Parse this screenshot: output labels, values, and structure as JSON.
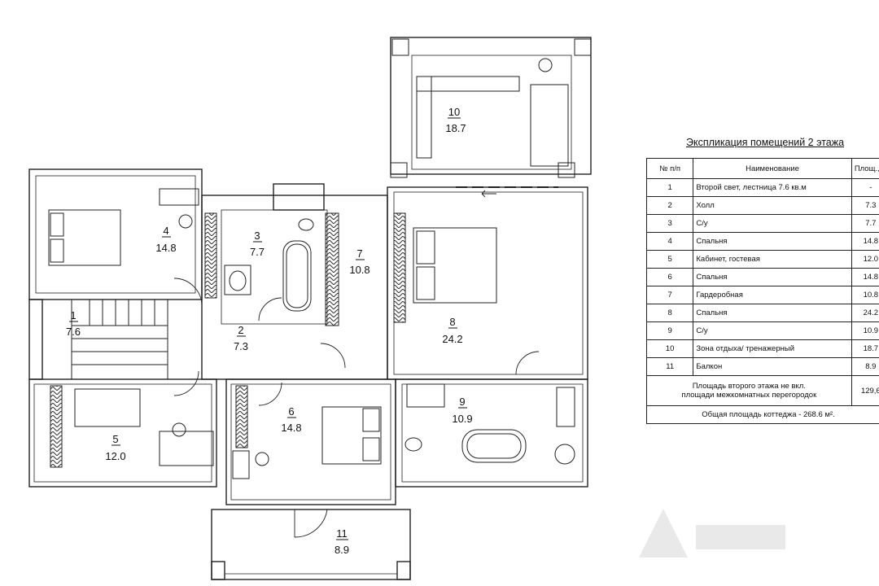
{
  "rooms": [
    {
      "num": "1",
      "area": "7.6"
    },
    {
      "num": "2",
      "area": "7.3"
    },
    {
      "num": "3",
      "area": "7.7"
    },
    {
      "num": "4",
      "area": "14.8"
    },
    {
      "num": "5",
      "area": "12.0"
    },
    {
      "num": "6",
      "area": "14.8"
    },
    {
      "num": "7",
      "area": "10.8"
    },
    {
      "num": "8",
      "area": "24.2"
    },
    {
      "num": "9",
      "area": "10.9"
    },
    {
      "num": "10",
      "area": "18.7"
    },
    {
      "num": "11",
      "area": "8.9"
    }
  ],
  "legend": {
    "title": "Экспликация помещений 2 этажа",
    "headers": {
      "num": "№ п/п",
      "name": "Наименование",
      "area": "Площ., м"
    },
    "rows": [
      {
        "num": "1",
        "name": "Второй свет, лестница   7.6 кв.м",
        "area": "-"
      },
      {
        "num": "2",
        "name": "Холл",
        "area": "7.3"
      },
      {
        "num": "3",
        "name": "С/у",
        "area": "7.7"
      },
      {
        "num": "4",
        "name": "Спальня",
        "area": "14.8"
      },
      {
        "num": "5",
        "name": "Кабинет, гостевая",
        "area": "12.0"
      },
      {
        "num": "6",
        "name": "Спальня",
        "area": "14.8"
      },
      {
        "num": "7",
        "name": "Гардеробная",
        "area": "10.8"
      },
      {
        "num": "8",
        "name": "Спальня",
        "area": "24.2"
      },
      {
        "num": "9",
        "name": "С/у",
        "area": "10.9"
      },
      {
        "num": "10",
        "name": "Зона отдыха/ тренажерный",
        "area": "18.7"
      },
      {
        "num": "11",
        "name": "Балкон",
        "area": "8.9"
      }
    ],
    "floor_total_label_1": "Площадь второго этажа  не вкл.",
    "floor_total_label_2": "площади межкомнатных перегородок",
    "floor_total_value": "129,6",
    "cottage_total": "Общая площадь коттеджа - 268.6 м²."
  }
}
